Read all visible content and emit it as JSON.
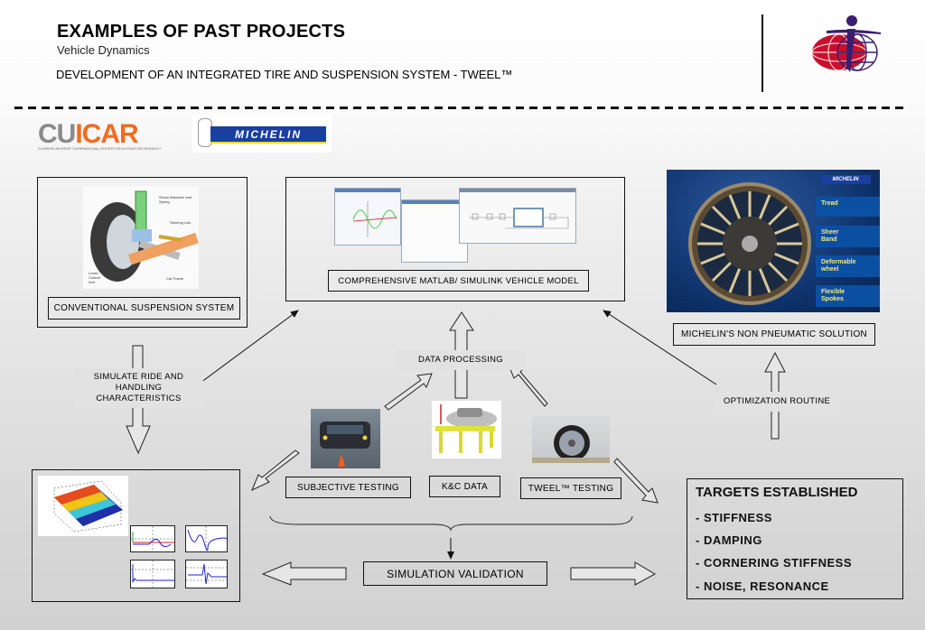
{
  "header": {
    "title": "EXAMPLES OF PAST PROJECTS",
    "subtitle": "Vehicle Dynamics",
    "headline": "DEVELOPMENT OF AN INTEGRATED TIRE AND SUSPENSION SYSTEM - TWEEL™",
    "logo_icon": "globe-person-logo-icon"
  },
  "partners": {
    "cuicar": {
      "main": "CUICAR",
      "left_part": "CU",
      "right_part": "ICAR",
      "tagline": "CLEMSON UNIVERSITY INTERNATIONAL CENTER FOR AUTOMOTIVE RESEARCH",
      "left_color": "#8a8a8a",
      "right_color": "#f26b21"
    },
    "michelin": {
      "name": "MICHELIN",
      "brand_color": "#1a3fa0",
      "accent_color": "#f2d600"
    }
  },
  "panels": {
    "conventional": {
      "label": "CONVENTIONAL SUSPENSION SYSTEM",
      "callouts": [
        "Shock Absorber and Spring",
        "Steering Link",
        "Lower Control Arm",
        "Car Frame"
      ]
    },
    "model": {
      "label": "COMPREHENSIVE MATLAB/ SIMULINK VEHICLE MODEL"
    },
    "michelin_solution": {
      "label": "MICHELIN'S NON PNEUMATIC SOLUTION",
      "callouts": [
        "Tread",
        "Sheer Band",
        "Deformable wheel",
        "Flexible Spokes"
      ],
      "brand": "MICHELIN"
    }
  },
  "flow": {
    "simulate": "SIMULATE RIDE AND HANDLING CHARACTERISTICS",
    "data_processing": "DATA PROCESSING",
    "optimization": "OPTIMIZATION ROUTINE",
    "tests": [
      {
        "label": "SUBJECTIVE TESTING"
      },
      {
        "label": "K&C DATA"
      },
      {
        "label": "TWEEL™ TESTING"
      }
    ],
    "validation": "SIMULATION VALIDATION"
  },
  "targets": {
    "title": "TARGETS ESTABLISHED",
    "items": [
      "- STIFFNESS",
      "- DAMPING",
      "- CORNERING STIFFNESS",
      "- NOISE, RESONANCE"
    ]
  },
  "colors": {
    "accent_red": "#c8102e",
    "accent_purple": "#3a1d6e",
    "michelin_blue": "#0b4fa3"
  }
}
